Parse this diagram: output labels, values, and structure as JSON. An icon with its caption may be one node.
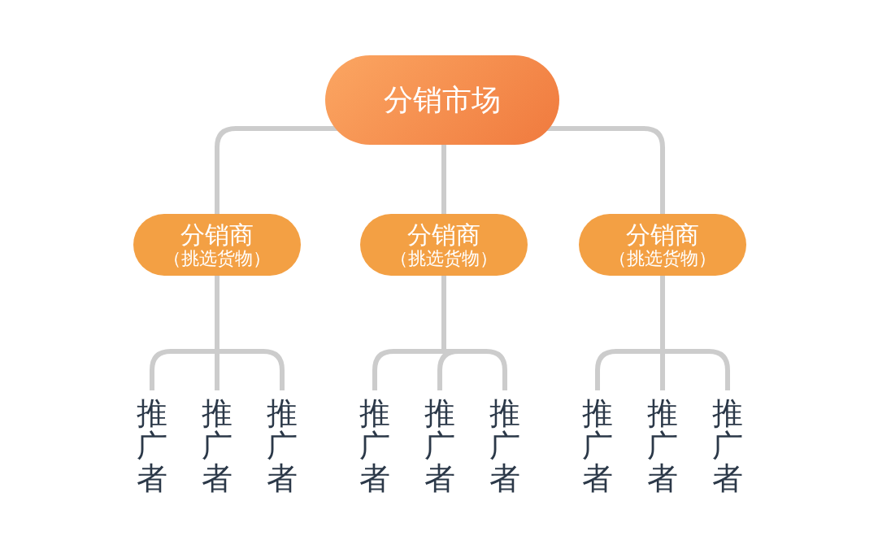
{
  "diagram": {
    "nodes": [
      {
        "text": [
          "分销市场"
        ]
      },
      {
        "text": [
          "分销商",
          "（挑选货物）"
        ]
      },
      {
        "text": [
          "分销商",
          "（挑选货物）"
        ]
      },
      {
        "text": [
          "分销商",
          "（挑选货物）"
        ]
      },
      {
        "text": [
          "推广者"
        ]
      },
      {
        "text": [
          "推广者"
        ]
      },
      {
        "text": [
          "推广者"
        ]
      },
      {
        "text": [
          "推广者"
        ]
      },
      {
        "text": [
          "推广者"
        ]
      },
      {
        "text": [
          "推广者"
        ]
      },
      {
        "text": [
          "推广者"
        ]
      },
      {
        "text": [
          "推广者"
        ]
      },
      {
        "text": [
          "推广者"
        ]
      }
    ],
    "edges": [
      {
        "from": 0,
        "to": 1,
        "arrow": "none"
      },
      {
        "from": 0,
        "to": 2,
        "arrow": "none"
      },
      {
        "from": 0,
        "to": 3,
        "arrow": "none"
      },
      {
        "from": 1,
        "to": 4,
        "arrow": "none"
      },
      {
        "from": 1,
        "to": 5,
        "arrow": "none"
      },
      {
        "from": 1,
        "to": 6,
        "arrow": "none"
      },
      {
        "from": 2,
        "to": 7,
        "arrow": "none"
      },
      {
        "from": 2,
        "to": 8,
        "arrow": "none"
      },
      {
        "from": 2,
        "to": 9,
        "arrow": "none"
      },
      {
        "from": 3,
        "to": 10,
        "arrow": "none"
      },
      {
        "from": 3,
        "to": 11,
        "arrow": "none"
      },
      {
        "from": 3,
        "to": 12,
        "arrow": "none"
      }
    ]
  }
}
